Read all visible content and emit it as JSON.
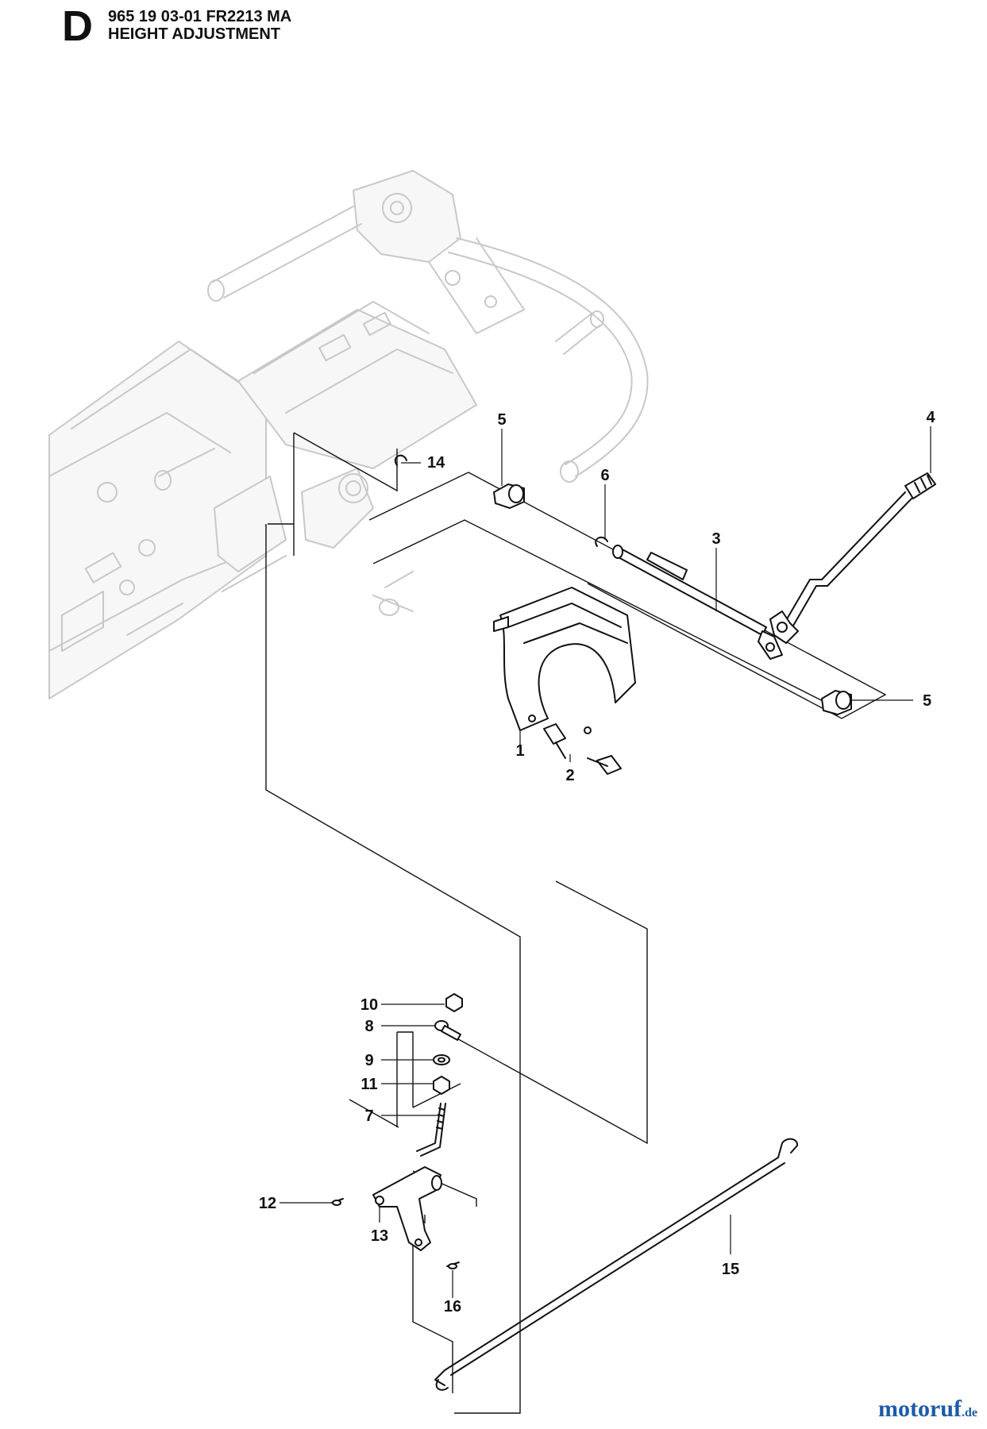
{
  "header": {
    "section_letter": "D",
    "part_number_line": "965 19 03-01 FR2213 MA",
    "title": "HEIGHT ADJUSTMENT"
  },
  "callouts": [
    {
      "id": "c1",
      "label": "1"
    },
    {
      "id": "c2",
      "label": "2"
    },
    {
      "id": "c3",
      "label": "3"
    },
    {
      "id": "c4",
      "label": "4"
    },
    {
      "id": "c5a",
      "label": "5"
    },
    {
      "id": "c5b",
      "label": "5"
    },
    {
      "id": "c6",
      "label": "6"
    },
    {
      "id": "c7",
      "label": "7"
    },
    {
      "id": "c8",
      "label": "8"
    },
    {
      "id": "c9",
      "label": "9"
    },
    {
      "id": "c10",
      "label": "10"
    },
    {
      "id": "c11",
      "label": "11"
    },
    {
      "id": "c12",
      "label": "12"
    },
    {
      "id": "c13",
      "label": "13"
    },
    {
      "id": "c14",
      "label": "14"
    },
    {
      "id": "c15",
      "label": "15"
    },
    {
      "id": "c16",
      "label": "16"
    }
  ],
  "watermark": {
    "brand": "motoruf",
    "tld": ".de",
    "brand_color": "#1d5aa8"
  },
  "colors": {
    "line": "#111111",
    "ghost_frame": "#c8c8c8",
    "background": "#ffffff"
  }
}
